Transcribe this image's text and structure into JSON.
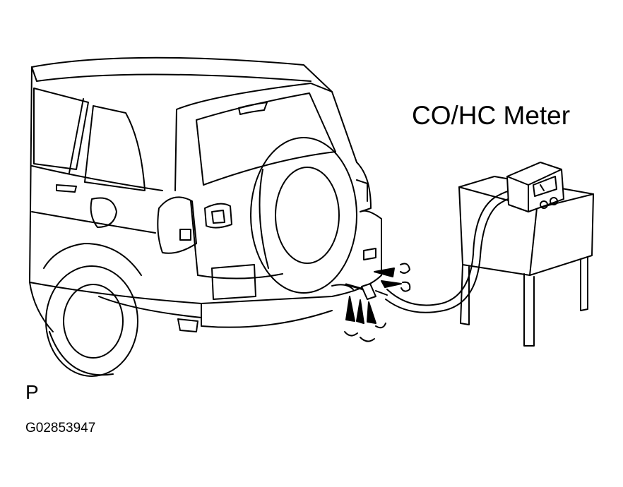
{
  "labels": {
    "meter": "CO/HC Meter",
    "marker": "P",
    "figure_id": "G02853947"
  },
  "colors": {
    "line": "#000000",
    "background": "#ffffff"
  },
  "icons": {
    "vehicle": "suv-rear-icon",
    "meter": "co-hc-meter-icon",
    "probe": "exhaust-probe-icon",
    "exhaust": "exhaust-gas-icon"
  }
}
